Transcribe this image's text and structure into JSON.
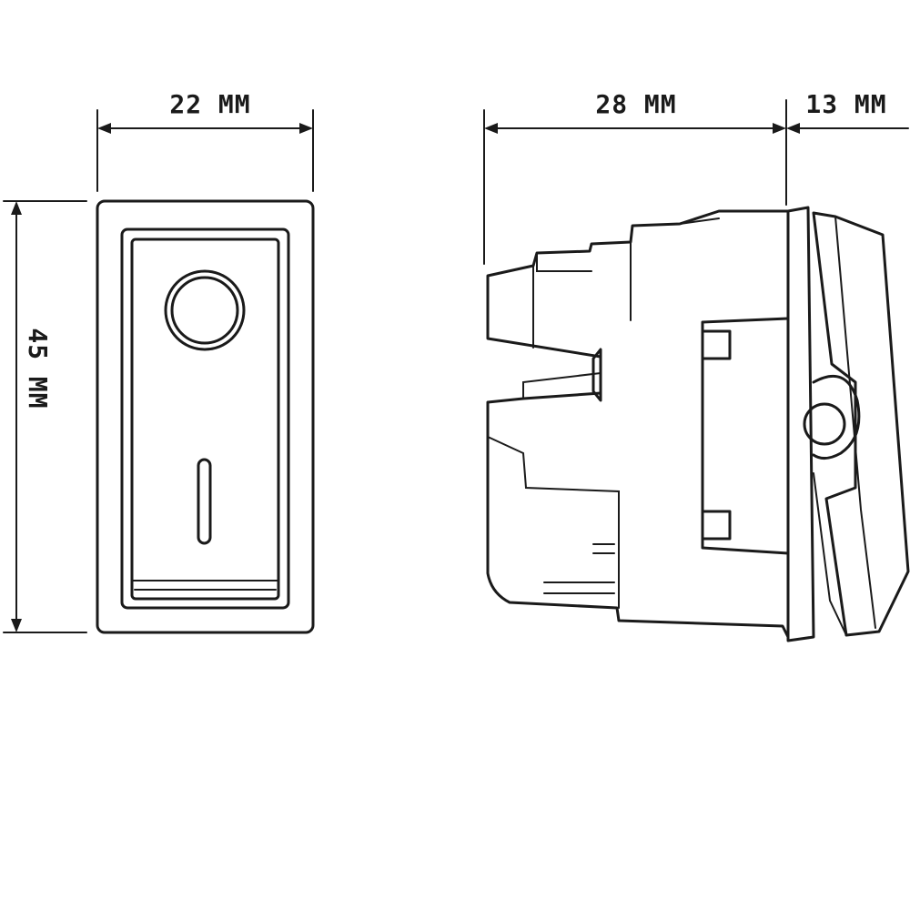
{
  "dimensions": {
    "width_label": "22 MM",
    "height_label": "45 MM",
    "depth_label": "28 MM",
    "rocker_label": "13 MM"
  },
  "symbols": {
    "off_symbol": "O",
    "on_symbol": "I"
  },
  "colors": {
    "line": "#1a1a1a",
    "background": "#ffffff"
  }
}
